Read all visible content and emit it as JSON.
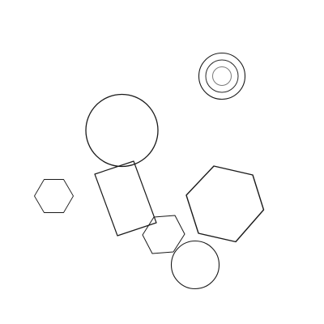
{
  "figure": {
    "background_color": "#ffffff",
    "stroke_color_main": "#1a1a1a",
    "stroke_color_light": "#7a7a7a"
  },
  "shapes": [
    {
      "kind": "circle",
      "icon": "large-circle"
    },
    {
      "kind": "concentric-circles",
      "icon": "target-icon",
      "rings": 3
    },
    {
      "kind": "hexagon",
      "icon": "small-hexagon-left"
    },
    {
      "kind": "rotated-rectangle",
      "icon": "tilted-rectangle"
    },
    {
      "kind": "hexagon",
      "icon": "small-hexagon-center"
    },
    {
      "kind": "hexagon",
      "icon": "large-hexagon-right"
    },
    {
      "kind": "circle",
      "icon": "bottom-circle"
    }
  ]
}
